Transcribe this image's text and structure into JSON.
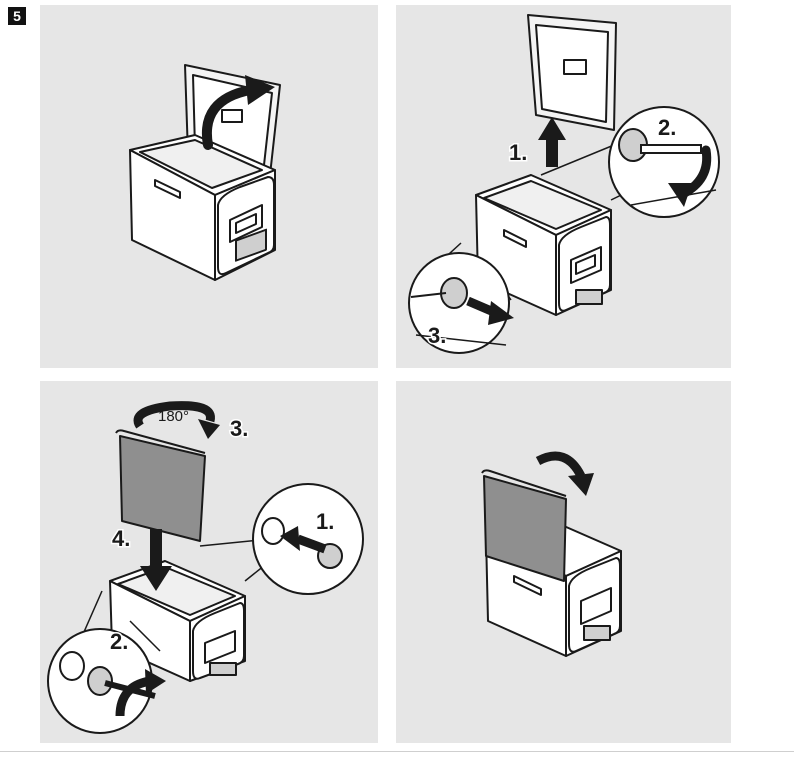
{
  "figure": {
    "step_number": "5",
    "panels": [
      {
        "name": "open-lid",
        "labels": []
      },
      {
        "name": "remove-lid",
        "labels": [
          "1.",
          "2.",
          "3."
        ]
      },
      {
        "name": "reinstall-lid-reversed",
        "labels": [
          "1.",
          "2.",
          "3.",
          "4."
        ],
        "rotation_label": "180°"
      },
      {
        "name": "close-lid",
        "labels": []
      }
    ]
  },
  "colors": {
    "panel_bg": "#e6e6e6",
    "line": "#1a1a1a",
    "lid_fill": "#8f8f8f",
    "white": "#ffffff"
  },
  "icons": [
    "curved-arrow-icon",
    "straight-arrow-icon",
    "hinge-pin-icon",
    "magnifier-circle-icon"
  ]
}
